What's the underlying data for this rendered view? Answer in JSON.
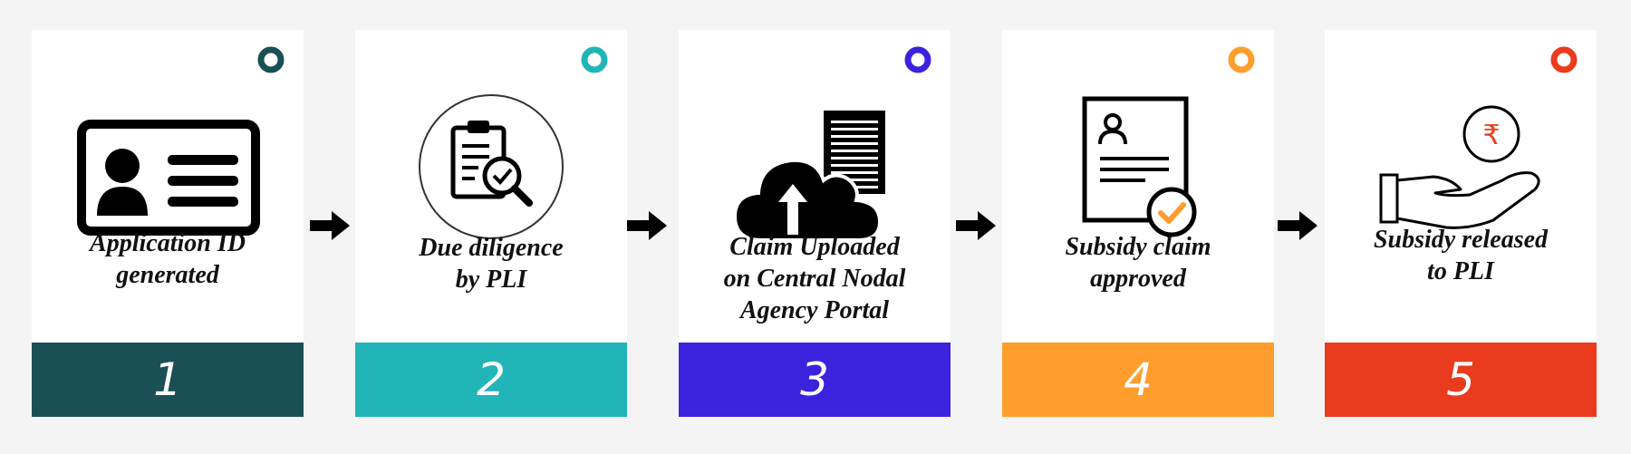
{
  "steps": [
    {
      "number": "1",
      "label": "Application ID\ngenerated",
      "color": "#1a4f56",
      "icon": "id-card-icon"
    },
    {
      "number": "2",
      "label": "Due diligence\nby PLI",
      "color": "#21b5b8",
      "icon": "clipboard-search-icon"
    },
    {
      "number": "3",
      "label": "Claim Uploaded\non Central Nodal\nAgency Portal",
      "color": "#3b22dd",
      "icon": "cloud-upload-document-icon"
    },
    {
      "number": "4",
      "label": "Subsidy claim\napproved",
      "color": "#ff9d2d",
      "icon": "approved-document-icon"
    },
    {
      "number": "5",
      "label": "Subsidy released\nto PLI",
      "color": "#ea3b1e",
      "icon": "hand-rupee-coin-icon"
    }
  ],
  "connector_icon": "arrow-right-icon",
  "rupee_symbol": "₹"
}
